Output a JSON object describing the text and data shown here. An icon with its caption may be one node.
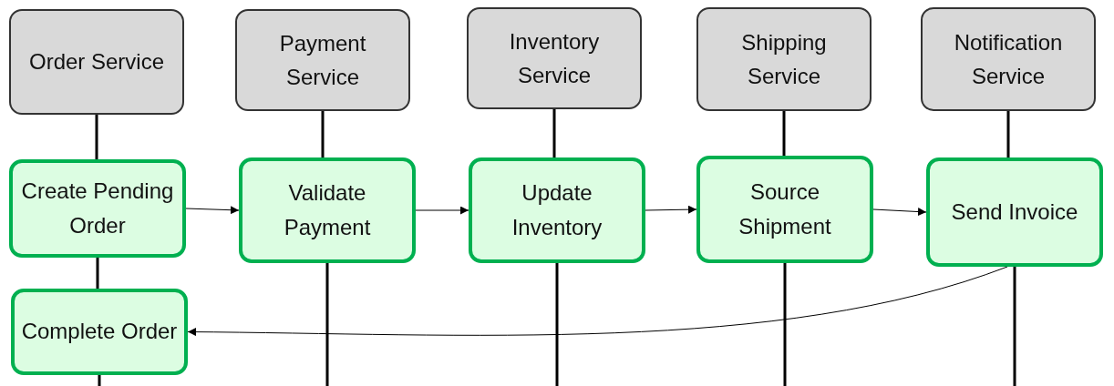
{
  "diagram": {
    "nodes": [
      {
        "text": [
          "Order Service"
        ]
      },
      {
        "text": [
          "Payment Service"
        ]
      },
      {
        "text": [
          "Inventory Service"
        ]
      },
      {
        "text": [
          "Shipping Service"
        ]
      },
      {
        "text": [
          "Notification Service"
        ]
      },
      {
        "text": [
          "Create Pending Order"
        ]
      },
      {
        "text": [
          "Validate Payment"
        ]
      },
      {
        "text": [
          "Update Inventory"
        ]
      },
      {
        "text": [
          "Source Shipment"
        ]
      },
      {
        "text": [
          "Send Invoice"
        ]
      },
      {
        "text": [
          "Complete Order"
        ]
      }
    ],
    "edges": [
      {
        "from": 5,
        "to": 6,
        "arrow": "to"
      },
      {
        "from": 6,
        "to": 7,
        "arrow": "to"
      },
      {
        "from": 7,
        "to": 8,
        "arrow": "to"
      },
      {
        "from": 8,
        "to": 9,
        "arrow": "to"
      },
      {
        "from": 9,
        "to": 10,
        "arrow": "to"
      },
      {
        "from": 0,
        "to": 5,
        "arrow": "none"
      },
      {
        "from": 5,
        "to": 10,
        "arrow": "none"
      },
      {
        "from": 10,
        "to": null,
        "arrow": "none"
      },
      {
        "from": 1,
        "to": 6,
        "arrow": "none"
      },
      {
        "from": 6,
        "to": null,
        "arrow": "none"
      },
      {
        "from": 2,
        "to": 7,
        "arrow": "none"
      },
      {
        "from": 7,
        "to": null,
        "arrow": "none"
      },
      {
        "from": 3,
        "to": 8,
        "arrow": "none"
      },
      {
        "from": 8,
        "to": null,
        "arrow": "none"
      },
      {
        "from": 4,
        "to": 9,
        "arrow": "none"
      },
      {
        "from": 9,
        "to": null,
        "arrow": "none"
      }
    ]
  }
}
